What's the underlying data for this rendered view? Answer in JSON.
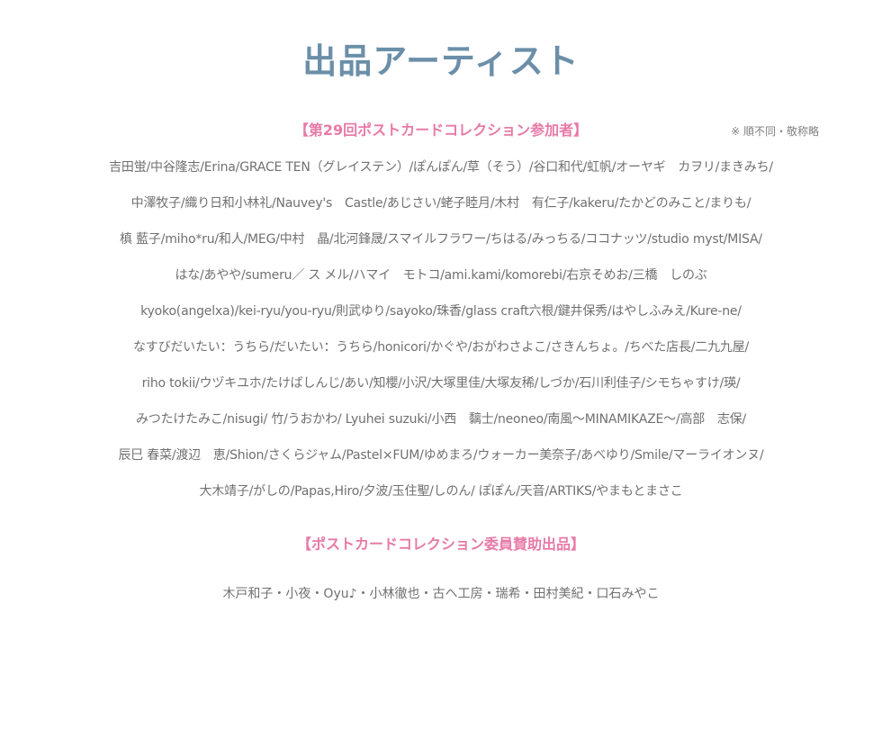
{
  "page": {
    "title": "出品アーティスト"
  },
  "participants": {
    "heading": "【第29回ポストカードコレクション参加者】",
    "note": "※ 順不同・敬称略",
    "lines": [
      "吉田蛍/中谷隆志/Erina/GRACE TEN（グレイステン）/ぽんぽん/草（そう）/谷口和代/虹帆/オーヤギ　カヲリ/まきみち/",
      "中澤牧子/織り日和小林礼/Nauvey's　Castle/あじさい/蛯子睦月/木村　有仁子/kakeru/たかどのみこと/まりも/",
      "槙 藍子/miho*ru/和人/MEG/中村　晶/北河鋒晟/スマイルフラワー/ちはる/みっちる/ココナッツ/studio myst/MISA/",
      "はな/あやや/sumeru／ ス メル/ハマイ　モトコ/ami.kami/komorebi/右京そめお/三橋　しのぶ",
      "kyoko(angelxa)/kei-ryu/you-ryu/則武ゆり/sayoko/珠香/glass craft六根/鍵井保秀/はやしふみえ/Kure-ne/",
      "なすびだいたい：うちら/だいたい：うちら/honicori/かぐや/おがわさよこ/さきんちょ。/ちべた店長/二九九屋/",
      "riho tokii/ウヅキユホ/たけばしんじ/あい/知櫻/小沢/大塚里佳/大塚友稀/しづか/石川利佳子/シモちゃすけ/瑛/",
      "みつたけたみこ/nisugi/ 竹/うおかわ/ Lyuhei suzuki/小西　黐士/neoneo/南風〜MINAMIKAZE〜/高部　志保/",
      "辰巳 春菜/渡辺　恵/Shion/さくらジャム/Pastel×FUM/ゆめまろ/ウォーカー美奈子/あべゆり/Smile/マーライオンヌ/",
      "大木靖子/がしの/Papas,Hiro/夕波/玉住聖/しのん/ ぽぽん/天音/ARTIKS/やまもとまさこ"
    ]
  },
  "committee": {
    "heading": "【ポストカードコレクション委員賛助出品】",
    "line": "木戸和子・小夜・Oyu♪・小林徹也・古ヘ工房・瑞希・田村美紀・口石みやこ"
  },
  "colors": {
    "title": "#6b8fa8",
    "heading": "#e87aa8",
    "text": "#707070",
    "background": "#ffffff"
  }
}
